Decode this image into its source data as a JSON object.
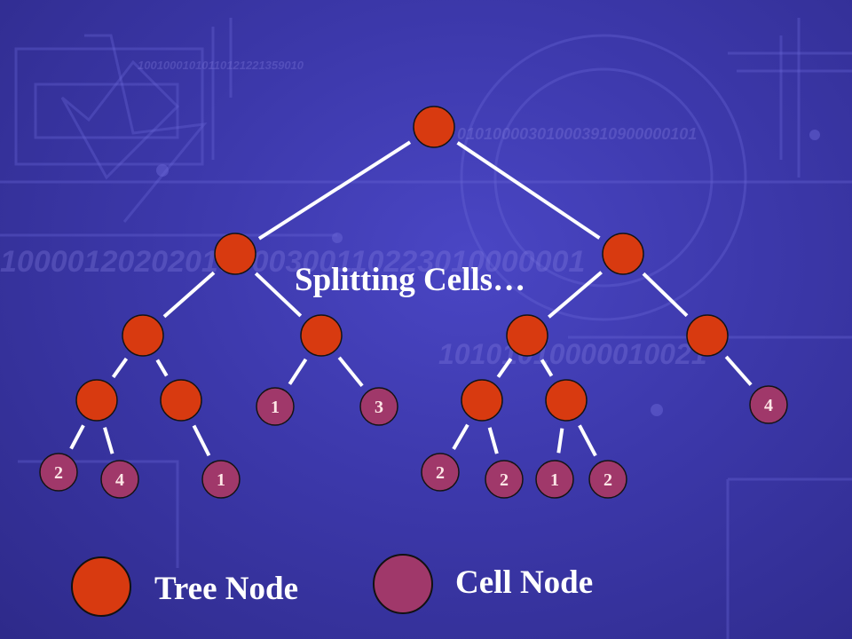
{
  "slide": {
    "title": "Splitting Cells…"
  },
  "colors": {
    "tree_node": "#d83a10",
    "cell_node": "#a0386a",
    "edge": "#ffffff"
  },
  "background_digits": [
    "10010001010110121221359010",
    "010100003010003910900000101",
    "10000120202010000300110223010000001",
    "10101010000010021"
  ],
  "tree": {
    "nodes": [
      {
        "id": "root",
        "kind": "tree"
      },
      {
        "id": "L",
        "kind": "tree"
      },
      {
        "id": "R",
        "kind": "tree"
      },
      {
        "id": "LL",
        "kind": "tree"
      },
      {
        "id": "LR",
        "kind": "tree"
      },
      {
        "id": "RL",
        "kind": "tree"
      },
      {
        "id": "RR",
        "kind": "tree"
      },
      {
        "id": "LLL",
        "kind": "tree"
      },
      {
        "id": "LLR",
        "kind": "tree"
      },
      {
        "id": "LR1",
        "kind": "cell",
        "label": "1"
      },
      {
        "id": "LR2",
        "kind": "cell",
        "label": "3"
      },
      {
        "id": "RLL",
        "kind": "tree"
      },
      {
        "id": "RLR",
        "kind": "tree"
      },
      {
        "id": "RR1",
        "kind": "cell",
        "label": "4"
      },
      {
        "id": "LLL1",
        "kind": "cell",
        "label": "2"
      },
      {
        "id": "LLL2",
        "kind": "cell",
        "label": "4"
      },
      {
        "id": "LLR1",
        "kind": "cell",
        "label": "1"
      },
      {
        "id": "RLL1",
        "kind": "cell",
        "label": "2"
      },
      {
        "id": "RLL2",
        "kind": "cell",
        "label": "2"
      },
      {
        "id": "RLR1",
        "kind": "cell",
        "label": "1"
      },
      {
        "id": "RLR2",
        "kind": "cell",
        "label": "2"
      }
    ],
    "edges": [
      [
        "root",
        "L"
      ],
      [
        "root",
        "R"
      ],
      [
        "L",
        "LL"
      ],
      [
        "L",
        "LR"
      ],
      [
        "R",
        "RL"
      ],
      [
        "R",
        "RR"
      ],
      [
        "LL",
        "LLL"
      ],
      [
        "LL",
        "LLR"
      ],
      [
        "LR",
        "LR1"
      ],
      [
        "LR",
        "LR2"
      ],
      [
        "RL",
        "RLL"
      ],
      [
        "RL",
        "RLR"
      ],
      [
        "RR",
        "RR1"
      ],
      [
        "LLL",
        "LLL1"
      ],
      [
        "LLL",
        "LLL2"
      ],
      [
        "LLR",
        "LLR1"
      ],
      [
        "RLL",
        "RLL1"
      ],
      [
        "RLL",
        "RLL2"
      ],
      [
        "RLR",
        "RLR1"
      ],
      [
        "RLR",
        "RLR2"
      ]
    ]
  },
  "legend": {
    "tree_label": "Tree Node",
    "cell_label": "Cell Node"
  }
}
